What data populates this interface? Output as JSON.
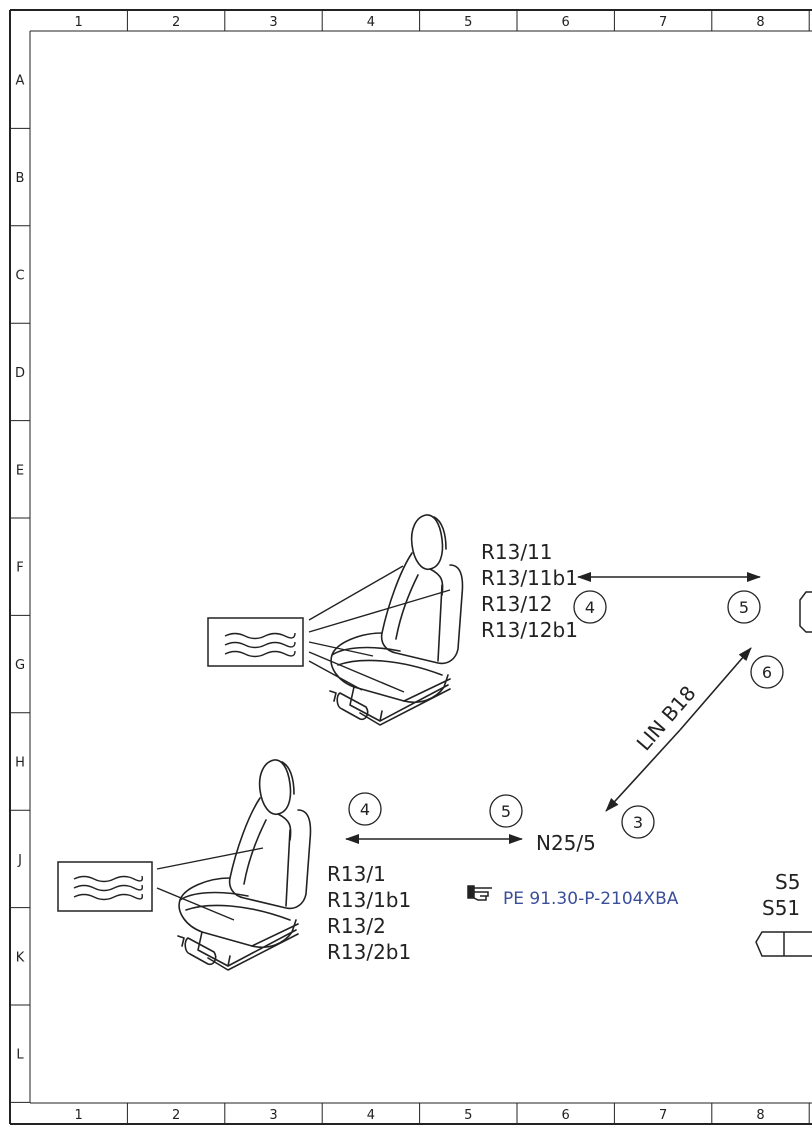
{
  "grid": {
    "columns": [
      "1",
      "2",
      "3",
      "4",
      "5",
      "6",
      "7",
      "8"
    ],
    "rows": [
      "A",
      "B",
      "C",
      "D",
      "E",
      "F",
      "G",
      "H",
      "J",
      "K",
      "L"
    ]
  },
  "upper_seat": {
    "labels": [
      "R13/11",
      "R13/11b1",
      "R13/12",
      "R13/12b1"
    ]
  },
  "lower_seat": {
    "labels": [
      "R13/1",
      "R13/1b1",
      "R13/2",
      "R13/2b1"
    ]
  },
  "connections": {
    "upper_left": "4",
    "upper_right": "5",
    "diagonal_top": "6",
    "diagonal_bottom": "3",
    "lower_left": "4",
    "lower_right": "5"
  },
  "lin_label": "LIN B18",
  "module_label": "N25/5",
  "reference_link": "PE 91.30-P-2104XBA",
  "cut_labels": [
    "S5",
    "S51"
  ],
  "icons": [
    "pointing-hand-icon",
    "heater-mat-icon",
    "seat-icon",
    "switch-icon"
  ]
}
